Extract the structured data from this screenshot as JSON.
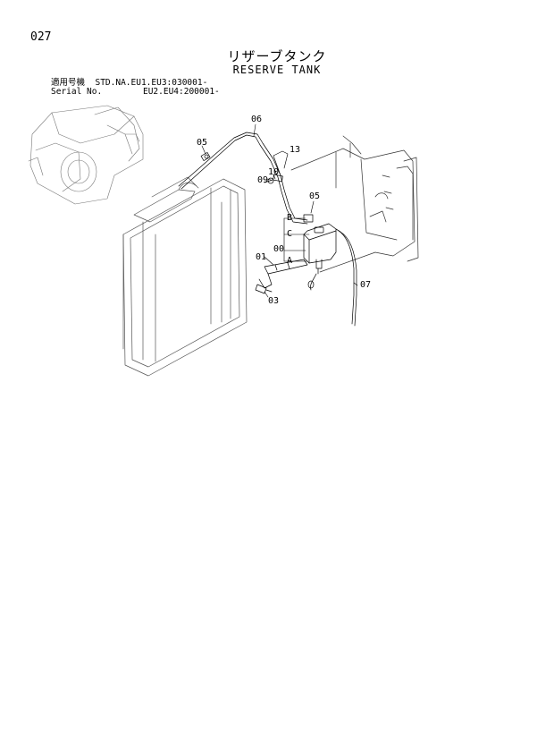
{
  "page_number": "027",
  "title_jp": "リザーブタンク",
  "title_en": "RESERVE TANK",
  "serial": {
    "label_jp": "適用号機",
    "label_en": "Serial No.",
    "line1": "STD.NA.EU1.EU3:030001-",
    "line2": "EU2.EU4:200001-"
  },
  "callouts": {
    "p06": "06",
    "p05a": "05",
    "p13": "13",
    "p10": "10",
    "p09": "09",
    "p05b": "05",
    "pB": "B",
    "pC": "C",
    "p00": "00",
    "p01": "01",
    "pA": "A",
    "p03": "03",
    "p07": "07"
  }
}
